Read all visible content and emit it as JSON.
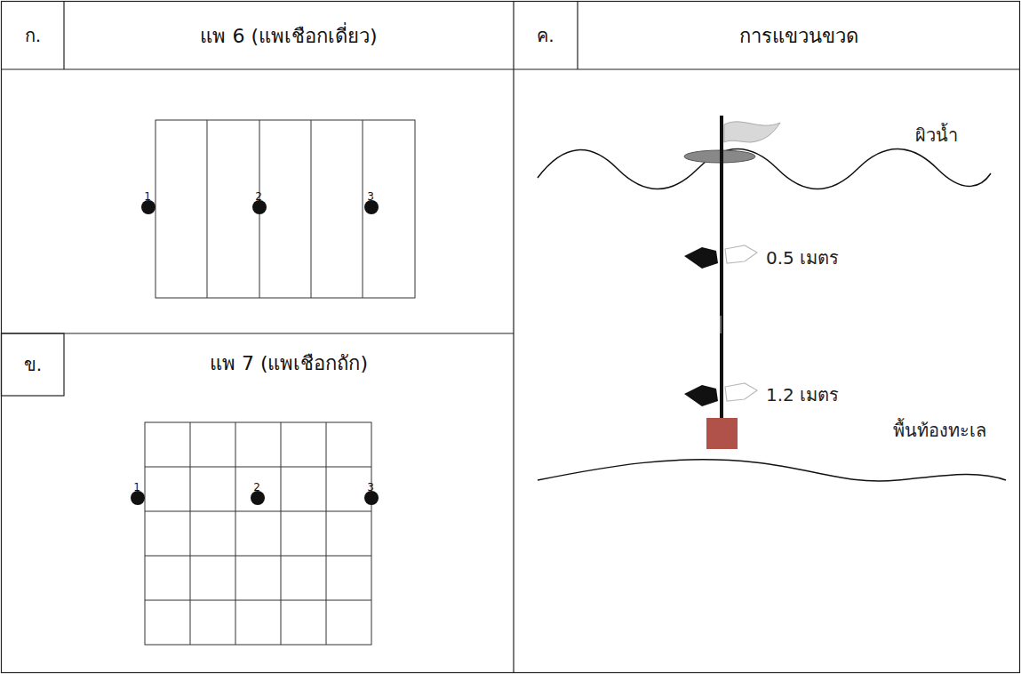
{
  "diagram": {
    "nodes": [
      {
        "text": [
          "ก."
        ]
      },
      {
        "text": [
          "แพ 6 (แพเชือกเดี่ยว)"
        ]
      },
      {
        "text": [
          "ค."
        ]
      },
      {
        "text": [
          "การแขวนขวด"
        ]
      },
      {
        "text": [
          "ข."
        ]
      },
      {
        "text": [
          "แพ 7 (แพเชือกถัก)"
        ]
      }
    ],
    "labels": [
      "1",
      "2",
      "3",
      "1",
      "2",
      "3",
      "ผิวน้ำ",
      "0.5 เมตร",
      "1.2 เมตร",
      "พื้นท้องทะเล"
    ]
  }
}
